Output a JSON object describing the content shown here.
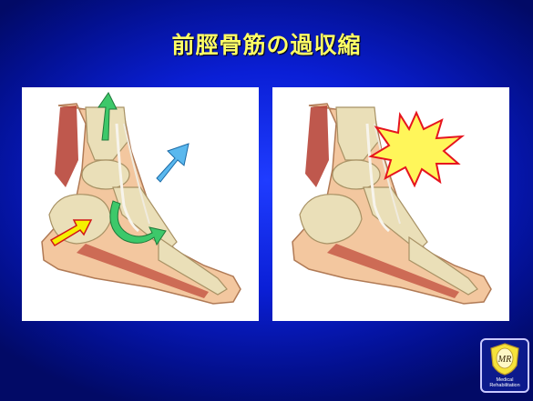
{
  "slide": {
    "title": "前脛骨筋の過収縮"
  },
  "figures": {
    "left": {
      "caption": ""
    },
    "right": {
      "caption": ""
    }
  },
  "logo": {
    "monogram": "MR",
    "line1": "Medical",
    "line2": "Rehabilitation"
  },
  "colors": {
    "background": "#0a1fd6",
    "title": "#ffff66",
    "arrow_green": "#3dc86a",
    "arrow_blue": "#5ab8ee",
    "arrow_yellow": "#f5f000",
    "burst": "#fff65a",
    "burst_outline": "#e6141e"
  },
  "icons": {
    "up_arrow": "green-up-arrow-icon",
    "curved_arrow": "green-curved-arrow-icon",
    "diagonal_arrow": "blue-diagonal-arrow-icon",
    "push_arrow": "yellow-arrow-icon",
    "burst": "explosion-burst-icon"
  }
}
